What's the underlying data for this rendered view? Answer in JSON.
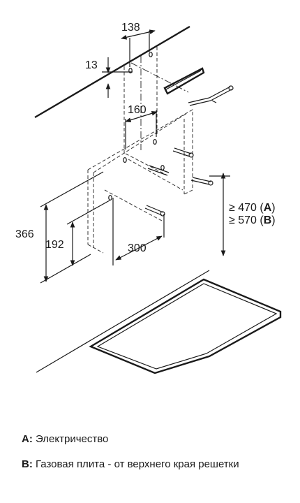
{
  "dimensions": {
    "d138": "138",
    "d13": "13",
    "d160": "160",
    "d366": "366",
    "d192": "192",
    "d300": "300",
    "clearance_a": "≥ 470 (",
    "clearance_a_key": "A",
    "clearance_a_close": ")",
    "clearance_b": "≥ 570 (",
    "clearance_b_key": "B",
    "clearance_b_close": ")"
  },
  "legend": {
    "a_key": "A:",
    "a_text": "Электричество",
    "b_key": "B:",
    "b_text": "Газовая плита - от верхнего края решетки"
  }
}
